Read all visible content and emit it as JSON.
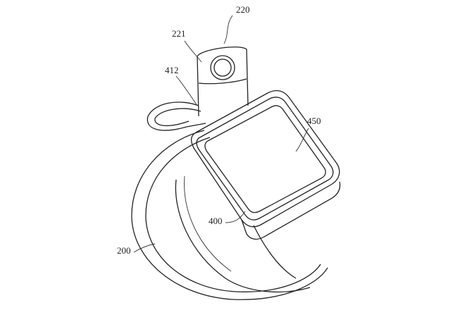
{
  "labels": {
    "tab": "220",
    "tab_surface": "221",
    "connector": "412",
    "display": "450",
    "housing": "400",
    "band": "200"
  }
}
